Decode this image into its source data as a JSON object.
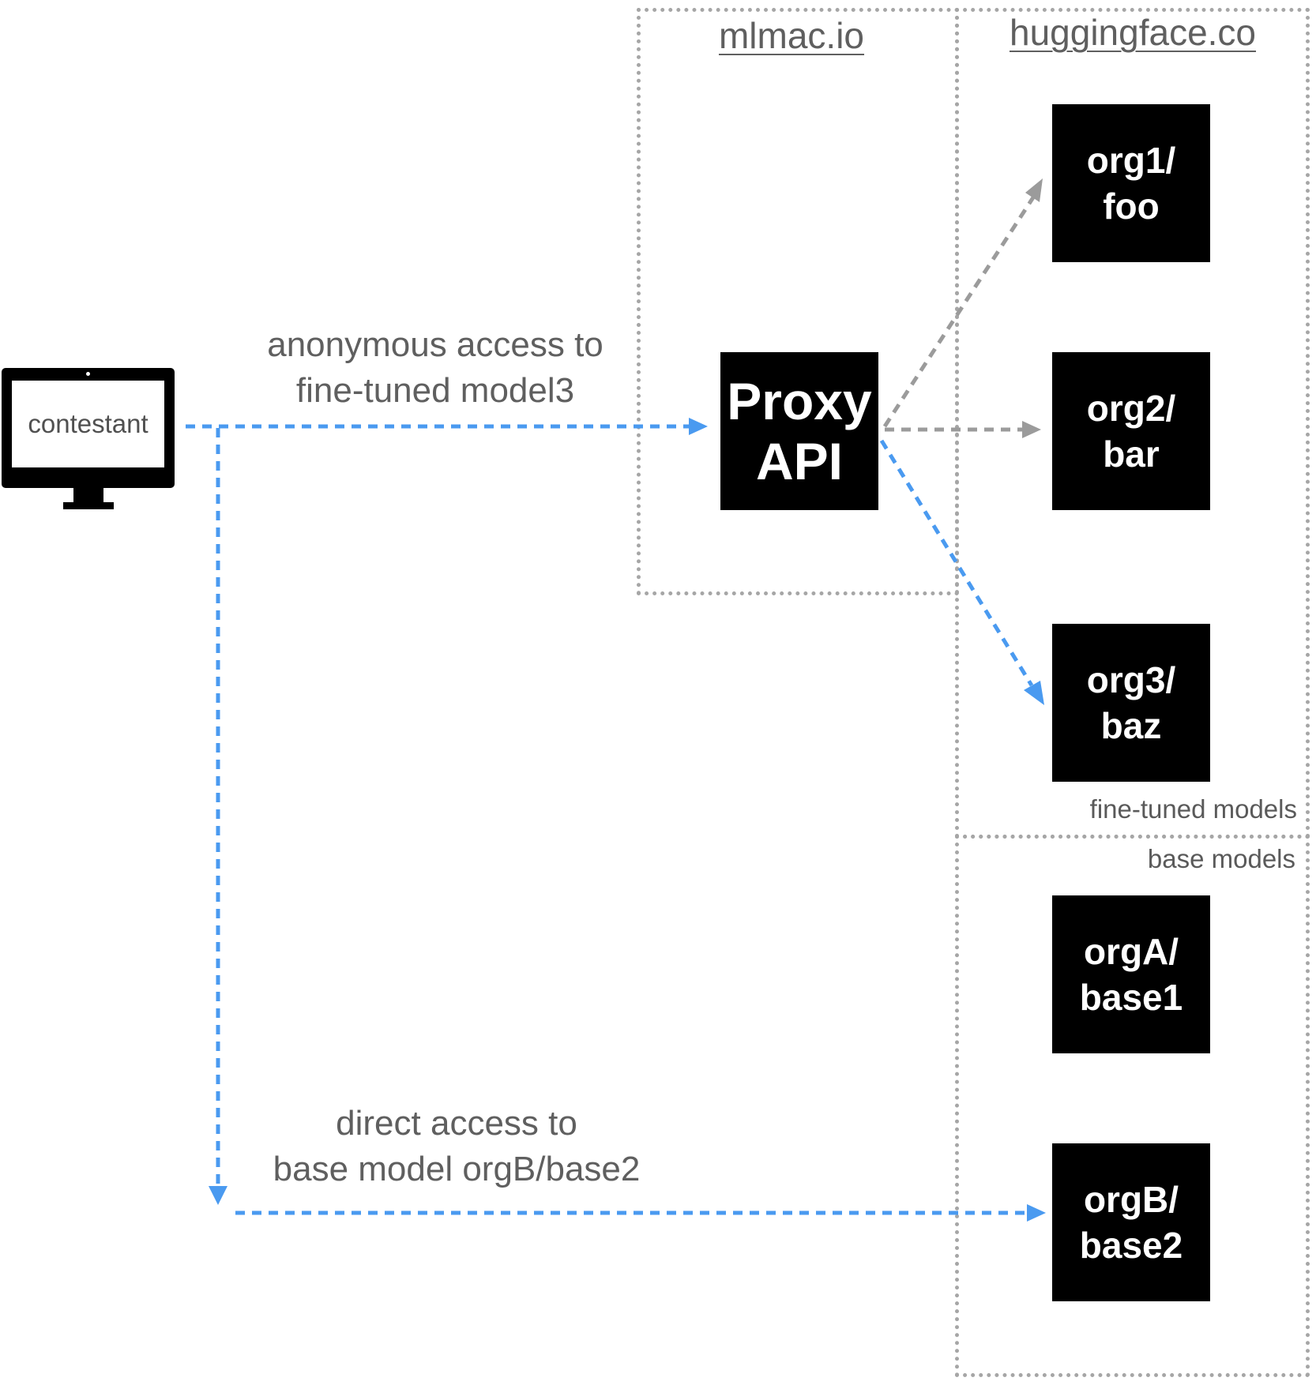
{
  "domains": {
    "proxy_domain": "mlmac.io",
    "hub_domain": "huggingface.co"
  },
  "client": {
    "label": "contestant"
  },
  "proxy": {
    "line1": "Proxy",
    "line2": "API"
  },
  "sections": {
    "fine_tuned": "fine-tuned models",
    "base": "base models"
  },
  "models": {
    "fine_tuned": [
      {
        "line1": "org1/",
        "line2": "foo"
      },
      {
        "line1": "org2/",
        "line2": "bar"
      },
      {
        "line1": "org3/",
        "line2": "baz"
      }
    ],
    "base": [
      {
        "line1": "orgA/",
        "line2": "base1"
      },
      {
        "line1": "orgB/",
        "line2": "base2"
      }
    ]
  },
  "edges": {
    "anonymous": {
      "line1": "anonymous access to",
      "line2": "fine-tuned model3"
    },
    "direct": {
      "line1": "direct access to",
      "line2": "base model orgB/base2"
    }
  },
  "colors": {
    "active_flow": "#4a9af0",
    "inactive_flow": "#9b9b9b",
    "box": "#000000",
    "border": "#a6a6a6"
  }
}
